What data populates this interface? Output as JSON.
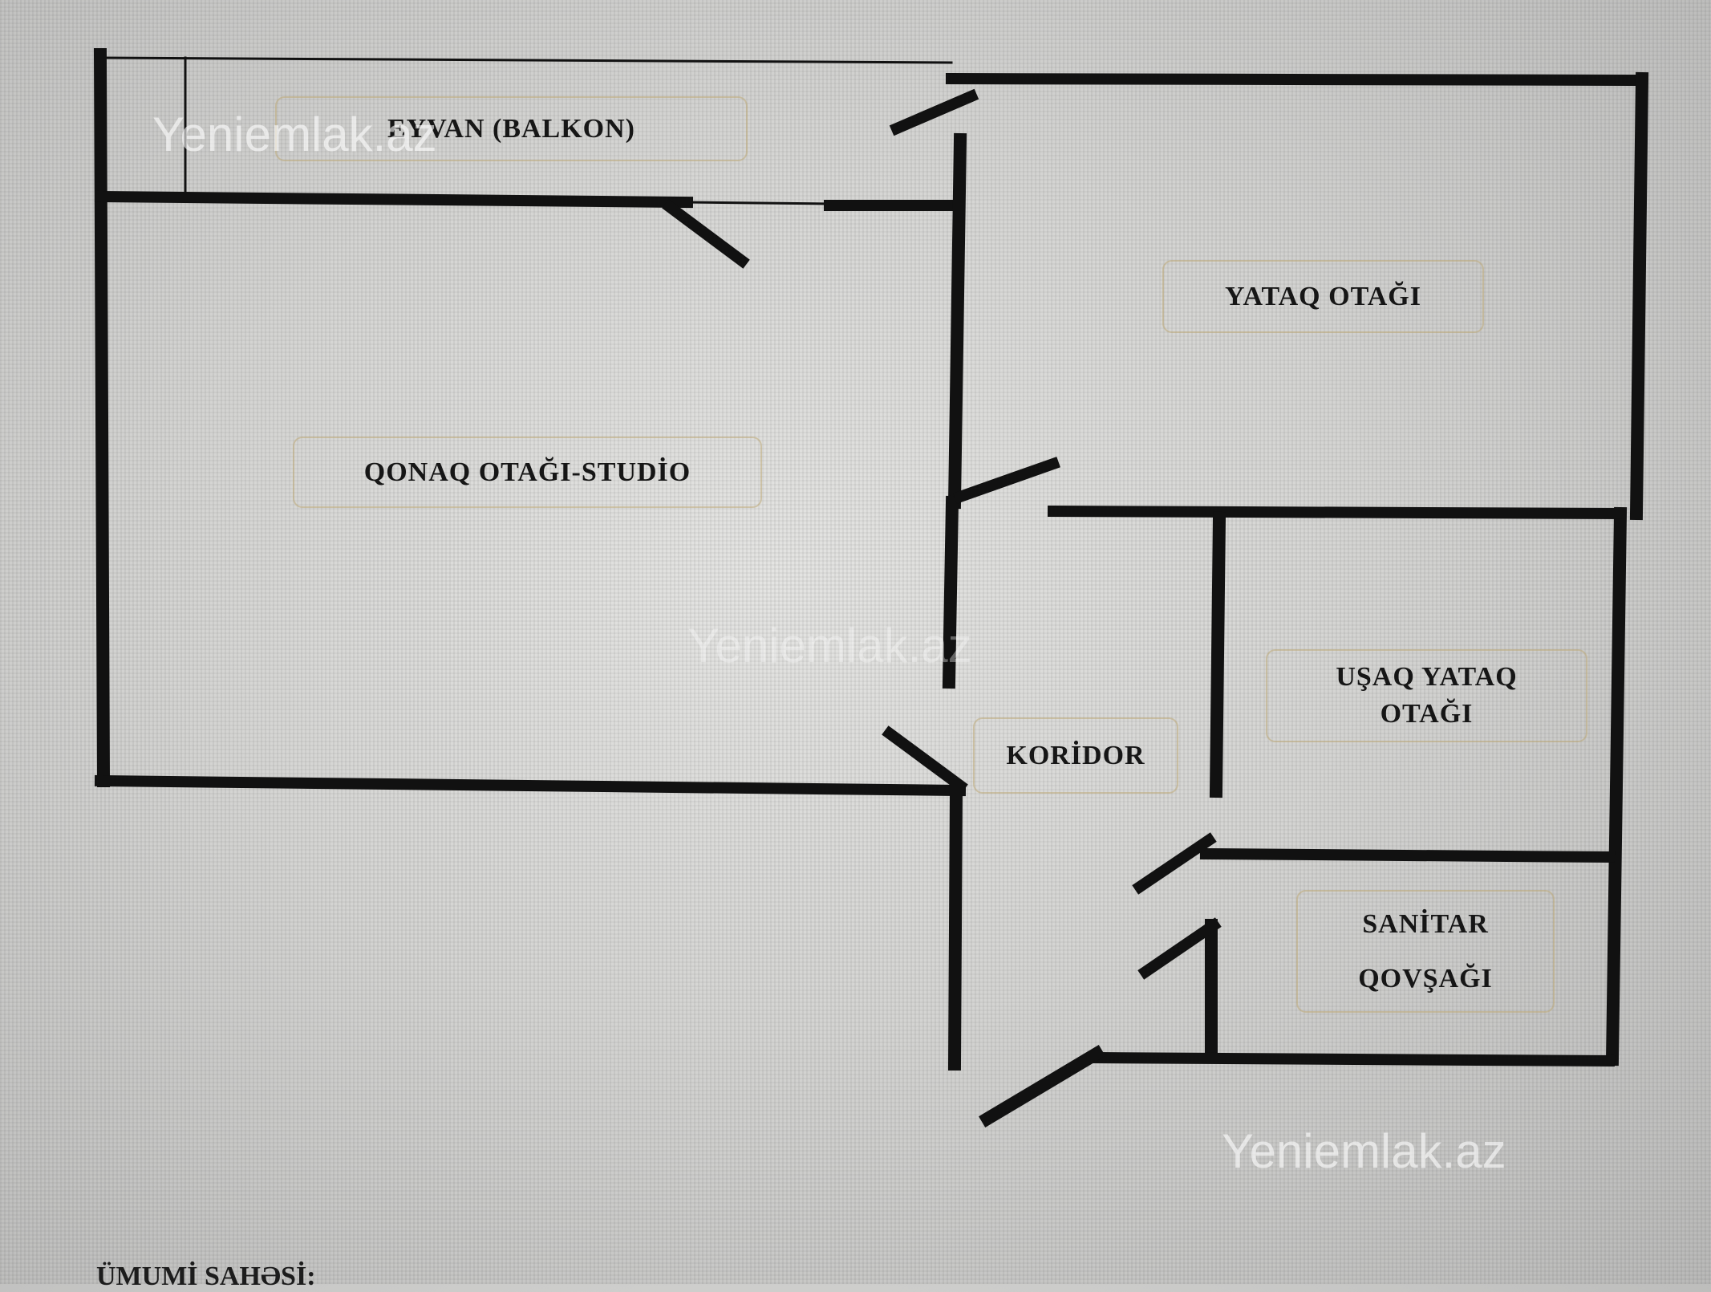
{
  "rooms": {
    "balcony": "EYVAN (BALKON)",
    "bedroom": "YATAQ OTAĞI",
    "living_room": "QONAQ OTAĞI-STUDİO",
    "corridor": "KORİDOR",
    "children_bedroom": "UŞAQ YATAQ OTAĞI",
    "bathroom": "SANİTAR QOVŞAĞI"
  },
  "footer_text": "ÜMUMİ SAHƏSİ:",
  "watermark": "Yeniemlak.az",
  "colors": {
    "wall": "#111111",
    "background": "#d4d4d2"
  }
}
